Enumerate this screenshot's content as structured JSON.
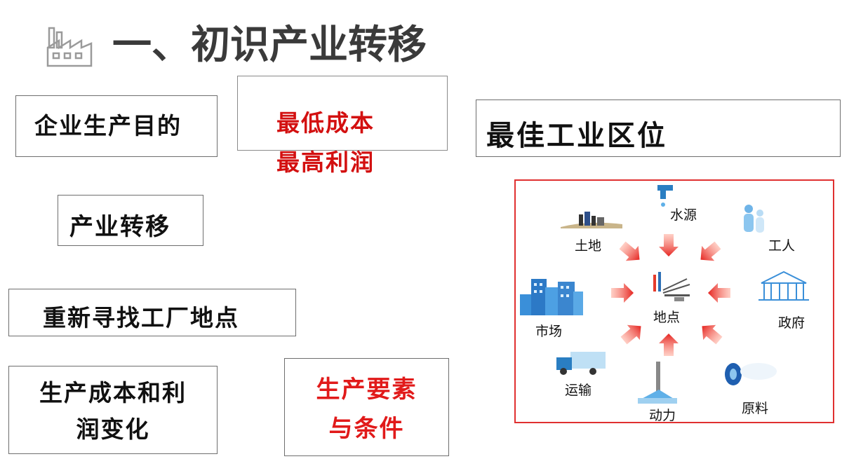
{
  "title": "一、初识产业转移",
  "boxes": {
    "purpose": "企业生产目的",
    "cost_line1": "最低成本",
    "cost_line2": "最高利润",
    "best_location": "最佳工业区位",
    "transfer": "产业转移",
    "relocate": "重新寻找工厂地点",
    "change_line1": "生产成本和利",
    "change_line2": "润变化",
    "factors_line1": "生产要素",
    "factors_line2": "与条件"
  },
  "diagram": {
    "center": "地点",
    "water": "水源",
    "land": "土地",
    "workers": "工人",
    "market": "市场",
    "government": "政府",
    "transport": "运输",
    "power": "动力",
    "materials": "原料"
  },
  "colors": {
    "accent_red": "#d31010",
    "arrow_red": "#e52420",
    "border_gray": "#6e6e6e"
  }
}
